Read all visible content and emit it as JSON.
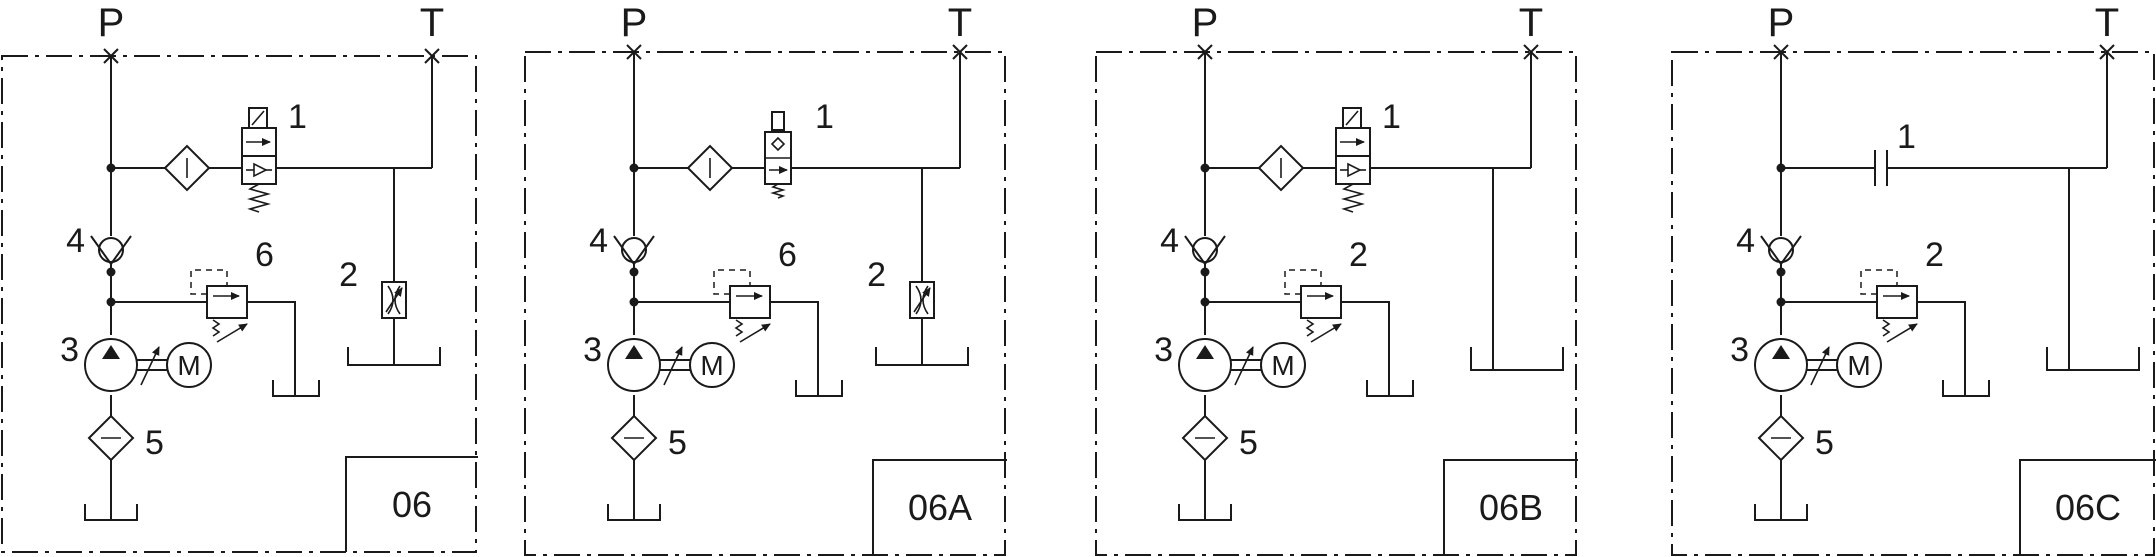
{
  "diagrams": [
    {
      "id": "06",
      "code": "06",
      "port_p": "P",
      "port_t": "T",
      "valve_label": "1",
      "valve_type": "solenoid",
      "throttle_label": "2",
      "has_throttle": true,
      "relief_label": "6",
      "pump_label": "3",
      "check_label": "4",
      "suction_filter_label": "5",
      "motor_label": "M"
    },
    {
      "id": "06A",
      "code": "06A",
      "port_p": "P",
      "port_t": "T",
      "valve_label": "1",
      "valve_type": "poppet",
      "throttle_label": "2",
      "has_throttle": true,
      "relief_label": "6",
      "pump_label": "3",
      "check_label": "4",
      "suction_filter_label": "5",
      "motor_label": "M"
    },
    {
      "id": "06B",
      "code": "06B",
      "port_p": "P",
      "port_t": "T",
      "valve_label": "1",
      "valve_type": "solenoid",
      "throttle_label": "",
      "has_throttle": false,
      "relief_label": "2",
      "pump_label": "3",
      "check_label": "4",
      "suction_filter_label": "5",
      "motor_label": "M"
    },
    {
      "id": "06C",
      "code": "06C",
      "port_p": "P",
      "port_t": "T",
      "valve_label": "1",
      "valve_type": "capacitor",
      "throttle_label": "",
      "has_throttle": false,
      "relief_label": "2",
      "pump_label": "3",
      "check_label": "4",
      "suction_filter_label": "5",
      "motor_label": "M"
    }
  ]
}
